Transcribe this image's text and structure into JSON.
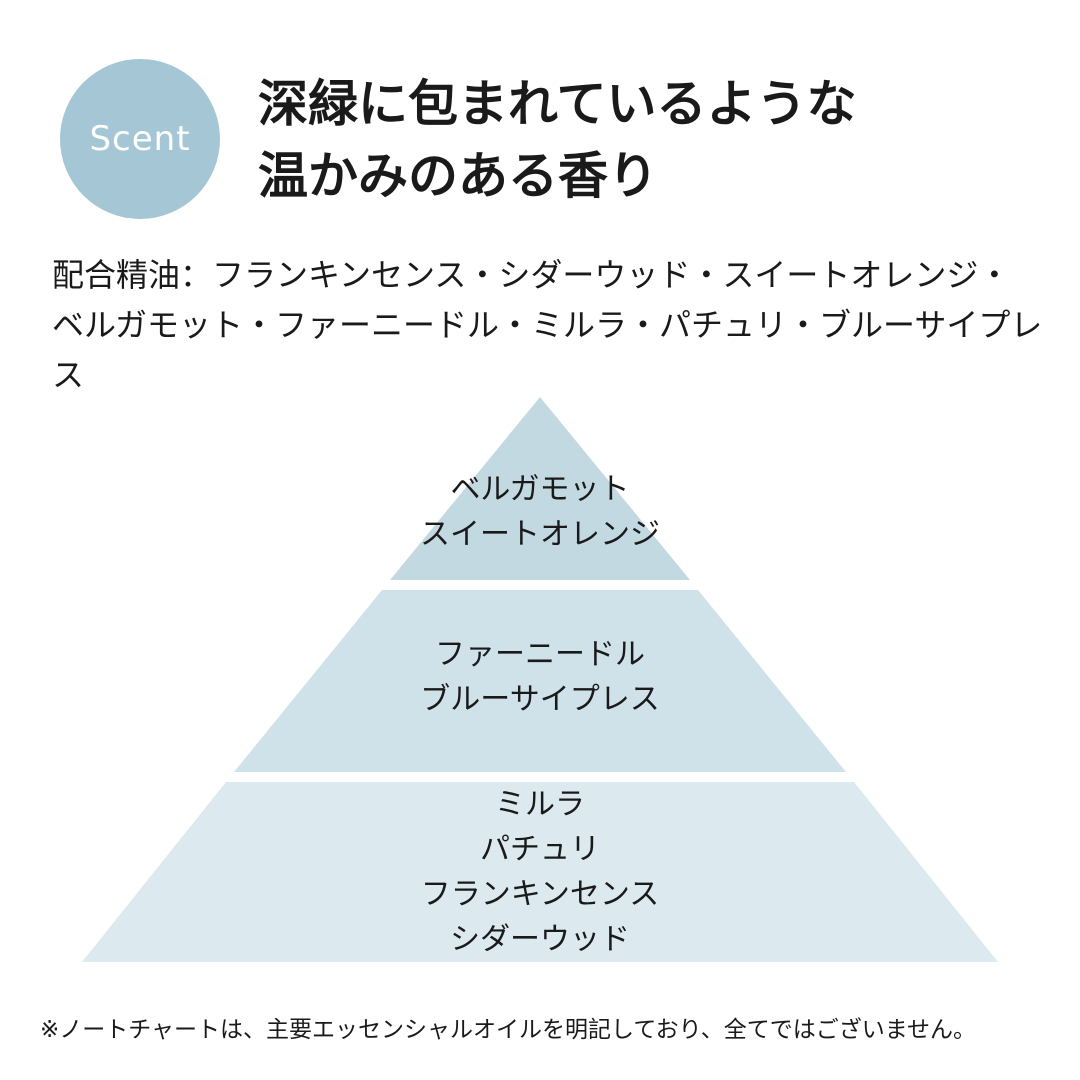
{
  "badge": {
    "label": "Scent"
  },
  "title": {
    "line1": "深緑に包まれているような",
    "line2": "温かみのある香り"
  },
  "oils": {
    "line1": "配合精油：フランキンセンス・シダーウッド・スイートオレンジ・",
    "line2": "ベルガモット・ファーニードル・ミルラ・パチュリ・ブルーサイプレス"
  },
  "pyramid": {
    "colors": {
      "top": "#c3d9e2",
      "middle": "#d0e2e9",
      "base": "#dceaf0"
    },
    "top": [
      "ベルガモット",
      "スイートオレンジ"
    ],
    "middle": [
      "ファーニードル",
      "ブルーサイプレス"
    ],
    "base": [
      "ミルラ",
      "パチュリ",
      "フランキンセンス",
      "シダーウッド"
    ]
  },
  "note": "※ノートチャートは、主要エッセンシャルオイルを明記しており、全てではございません。"
}
